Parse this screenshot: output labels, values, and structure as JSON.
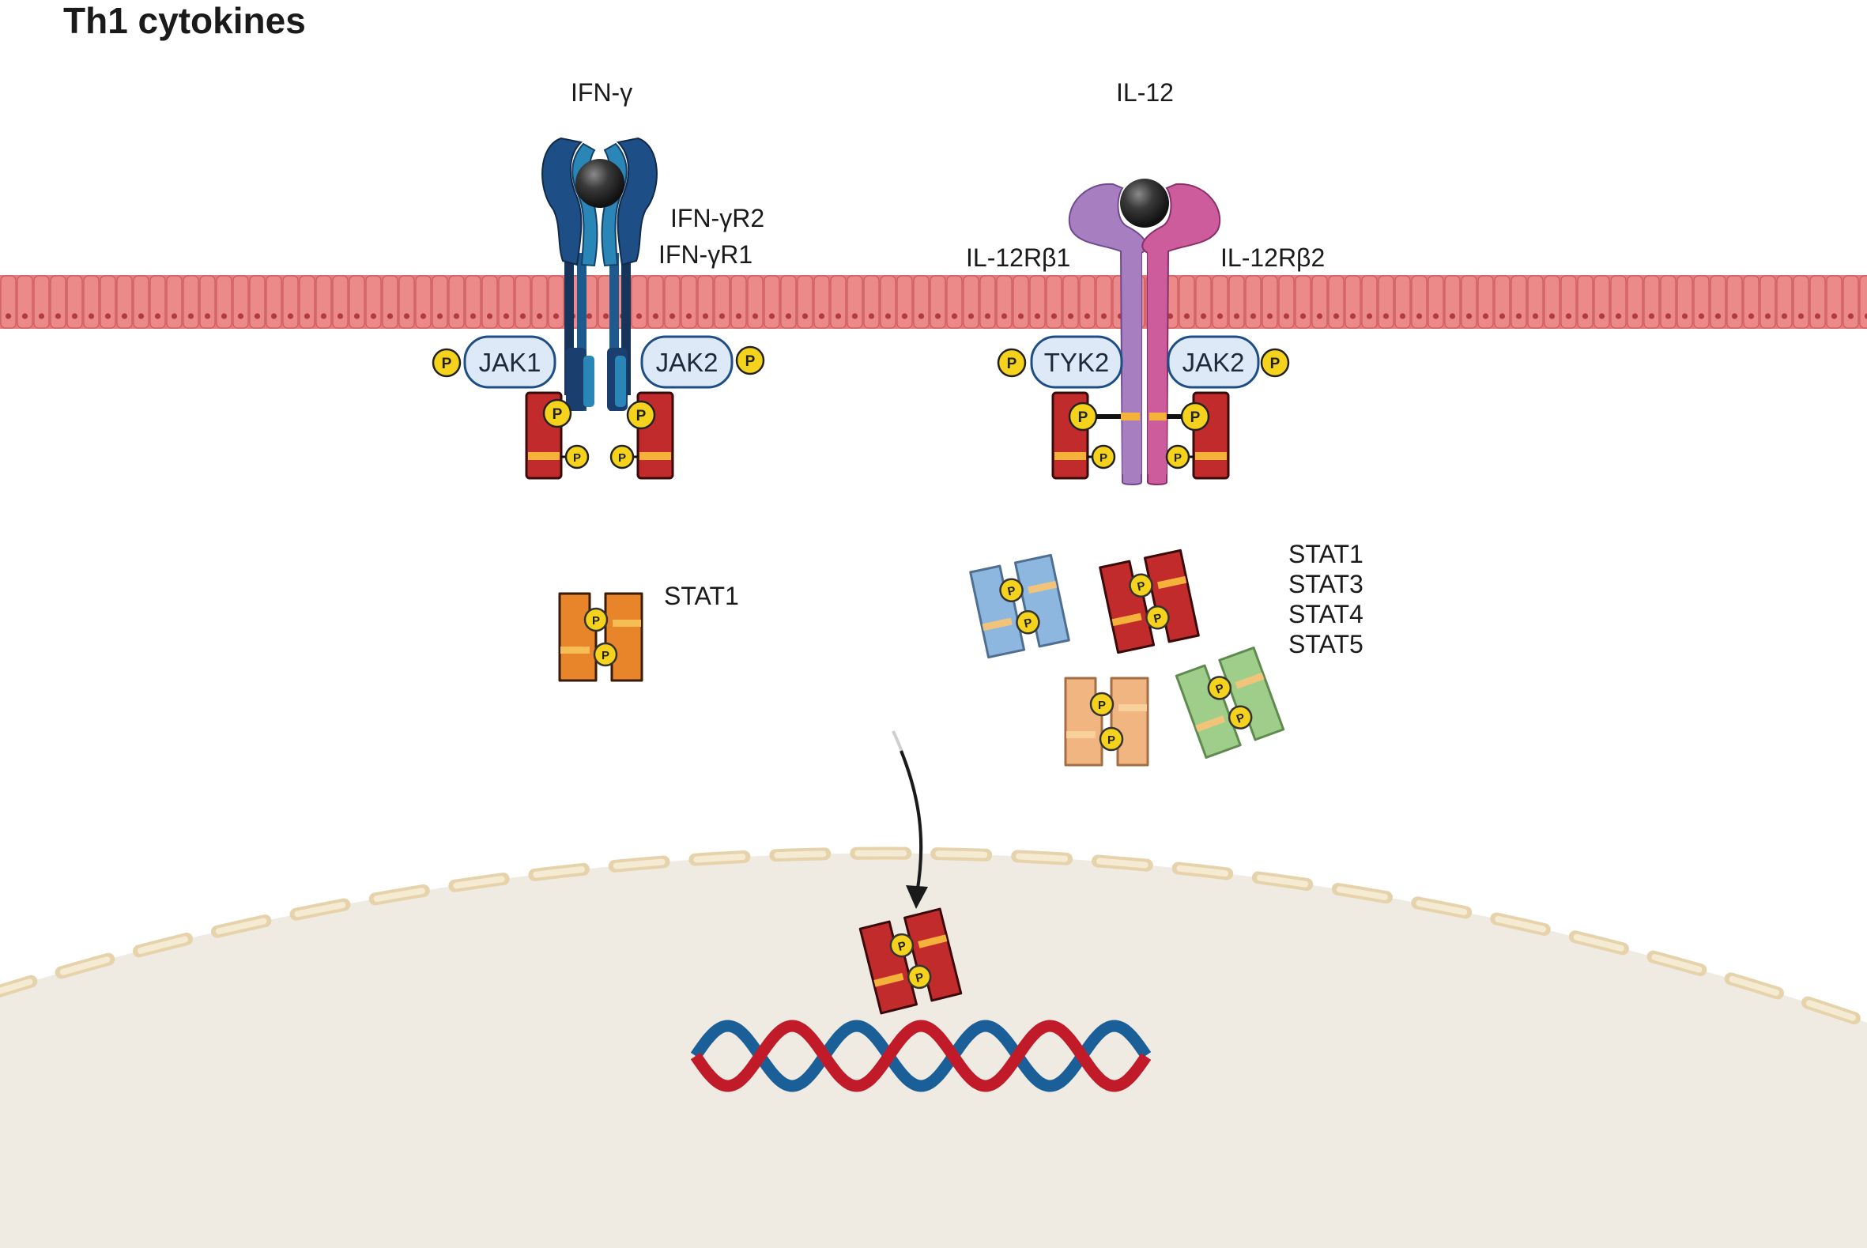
{
  "title": "Th1 cytokines",
  "ligands": {
    "ifn": "IFN-γ",
    "il12": "IL-12"
  },
  "receptors": {
    "ifngr2": "IFN-γR2",
    "ifngr1": "IFN-γR1",
    "il12rb1": "IL-12Rβ1",
    "il12rb2": "IL-12Rβ2"
  },
  "kinases": {
    "jak1": "JAK1",
    "jak2_left": "JAK2",
    "tyk2": "TYK2",
    "jak2_right": "JAK2"
  },
  "phospho": "P",
  "stats": {
    "left": "STAT1",
    "right_1": "STAT1",
    "right_2": "STAT3",
    "right_3": "STAT4",
    "right_4": "STAT5"
  },
  "colors": {
    "membrane": "#e8797a",
    "nucleus": "#efebe2",
    "ifn_receptor_dark": "#1e4e86",
    "ifn_receptor_light": "#2b86b8",
    "il12rb1": "#a77ec0",
    "il12rb2": "#cd5c9c",
    "jak_fill": "#dde9f7",
    "phospho": "#f5d31d",
    "stat_red": "#c22b2b",
    "stat_orange": "#e8842a",
    "stat_blue": "#8eb7e0",
    "stat_peach": "#f1b582",
    "stat_green": "#9fce8b",
    "dna_red": "#c11b2a",
    "dna_blue": "#1b5f99"
  }
}
